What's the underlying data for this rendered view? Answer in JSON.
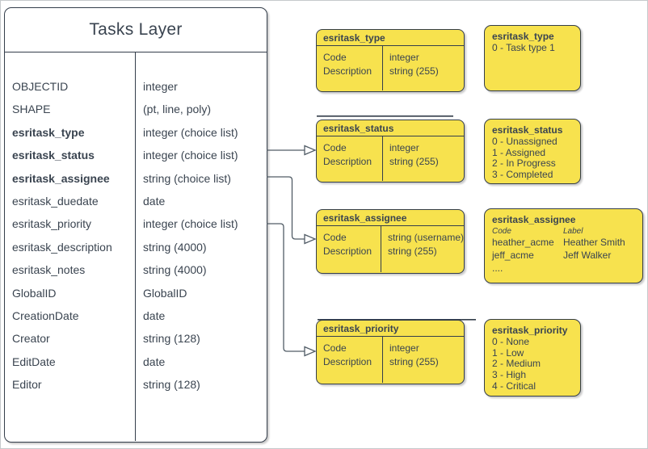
{
  "diagram_title": "Tasks Layer",
  "colors": {
    "box_fill": "#F7E24E",
    "box_stroke": "#343E4B",
    "text": "#3A4450",
    "connector": "#515C66"
  },
  "tasks_table": {
    "title": "Tasks Layer",
    "fields": [
      {
        "name": "OBJECTID",
        "type": "integer"
      },
      {
        "name": "SHAPE",
        "type": "(pt, line, poly)"
      },
      {
        "name": "esritask_type",
        "type": "integer (choice list)"
      },
      {
        "name": "esritask_status",
        "type": "integer (choice list)"
      },
      {
        "name": "esritask_assignee",
        "type": "string (choice list)"
      },
      {
        "name": "esritask_duedate",
        "type": "date"
      },
      {
        "name": "esritask_priority",
        "type": "integer (choice list)"
      },
      {
        "name": "esritask_description",
        "type": "string (4000)"
      },
      {
        "name": "esritask_notes",
        "type": "string (4000)"
      },
      {
        "name": "GlobalID",
        "type": "GlobalID"
      },
      {
        "name": "CreationDate",
        "type": "date"
      },
      {
        "name": "Creator",
        "type": "string (128)"
      },
      {
        "name": "EditDate",
        "type": "date"
      },
      {
        "name": "Editor",
        "type": "string (128)"
      }
    ]
  },
  "domain_tables": [
    {
      "title": "esritask_type",
      "rows": [
        [
          "Code",
          "integer"
        ],
        [
          "Description",
          "string (255)"
        ]
      ]
    },
    {
      "title": "esritask_status",
      "rows": [
        [
          "Code",
          "integer"
        ],
        [
          "Description",
          "string (255)"
        ]
      ]
    },
    {
      "title": "esritask_assignee",
      "rows": [
        [
          "Code",
          "string (username)"
        ],
        [
          "Description",
          "string (255)"
        ]
      ]
    },
    {
      "title": "esritask_priority",
      "rows": [
        [
          "Code",
          "integer"
        ],
        [
          "Description",
          "string (255)"
        ]
      ]
    }
  ],
  "value_lists": [
    {
      "title": "esritask_type",
      "values": [
        "0 - Task type 1"
      ]
    },
    {
      "title": "esritask_status",
      "values": [
        "0 - Unassigned",
        "1 - Assigned",
        "2 - In Progress",
        "3 - Completed"
      ]
    },
    {
      "title": "esritask_assignee",
      "col_headers": [
        "Code",
        "Label"
      ],
      "rows": [
        [
          "heather_acme",
          "Heather Smith"
        ],
        [
          "jeff_acme",
          "Jeff Walker"
        ]
      ],
      "more": "...."
    },
    {
      "title": "esritask_priority",
      "values": [
        "0 - None",
        "1 - Low",
        "2 - Medium",
        "3 - High",
        "4 - Critical"
      ]
    }
  ]
}
